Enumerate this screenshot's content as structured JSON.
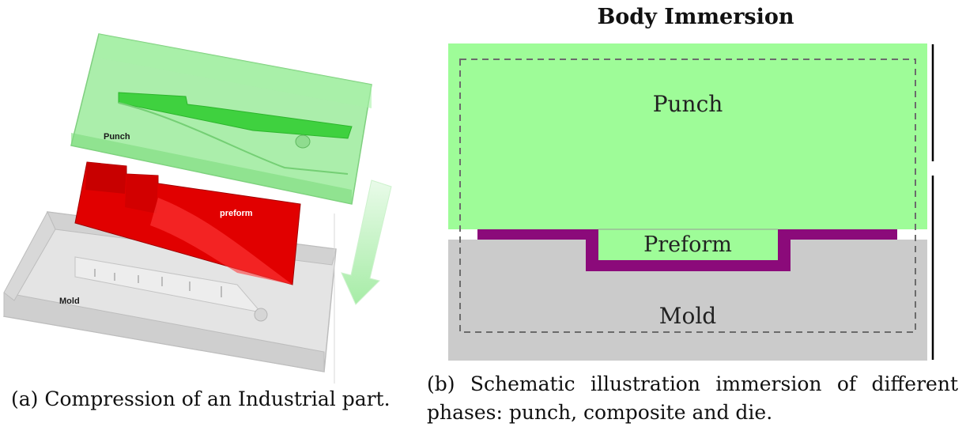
{
  "figure_a": {
    "labels": {
      "punch": "Punch",
      "preform": "preform",
      "mold": "Mold"
    },
    "caption": "(a) Compression of an Industrial part.",
    "arrow_color": "#b9f0b9"
  },
  "figure_b": {
    "title": "Body Immersion",
    "labels": {
      "punch": "Punch",
      "preform": "Preform",
      "mold": "Mold"
    },
    "caption": "(b) Schematic illustration immersion of different phases: punch, composite and die.",
    "colors": {
      "punch": "#9efc98",
      "preform": "#8b0a7a",
      "mold": "#cbcbcb",
      "dashed_box": "#666666"
    }
  }
}
